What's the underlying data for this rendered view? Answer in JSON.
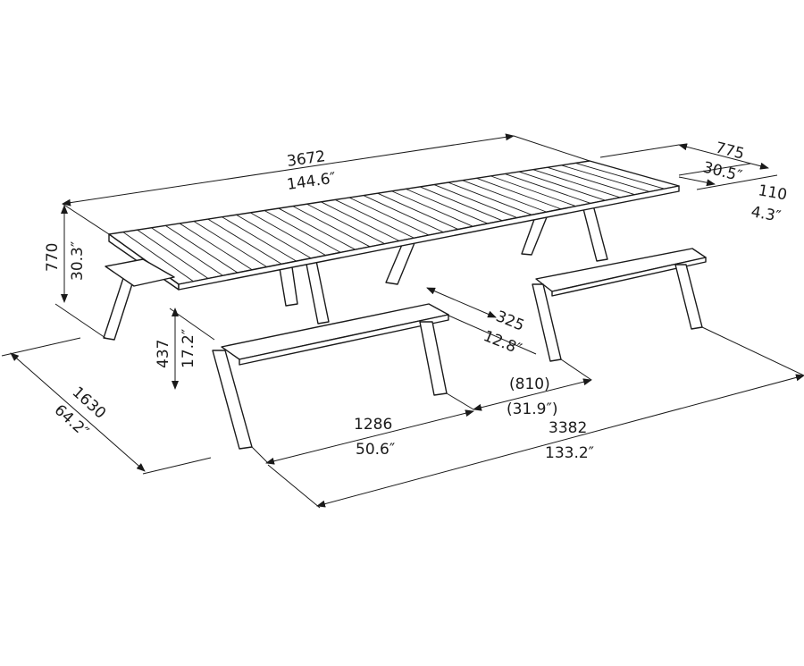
{
  "dimensions": {
    "table_length": {
      "mm": "3672",
      "in": "144.6″"
    },
    "table_depth": {
      "mm": "775",
      "in": "30.5″"
    },
    "overhang": {
      "mm": "110",
      "in": "4.3″"
    },
    "table_height": {
      "mm": "770",
      "in": "30.3″"
    },
    "bench_height": {
      "mm": "437",
      "in": "17.2″"
    },
    "bench_depth": {
      "mm": "325",
      "in": "12.8″"
    },
    "bench_gap": {
      "mm": "(810)",
      "in": "(31.9″)"
    },
    "overall_width": {
      "mm": "1630",
      "in": "64.2″"
    },
    "bench_length": {
      "mm": "1286",
      "in": "50.6″"
    },
    "overall_length": {
      "mm": "3382",
      "in": "133.2″"
    }
  }
}
